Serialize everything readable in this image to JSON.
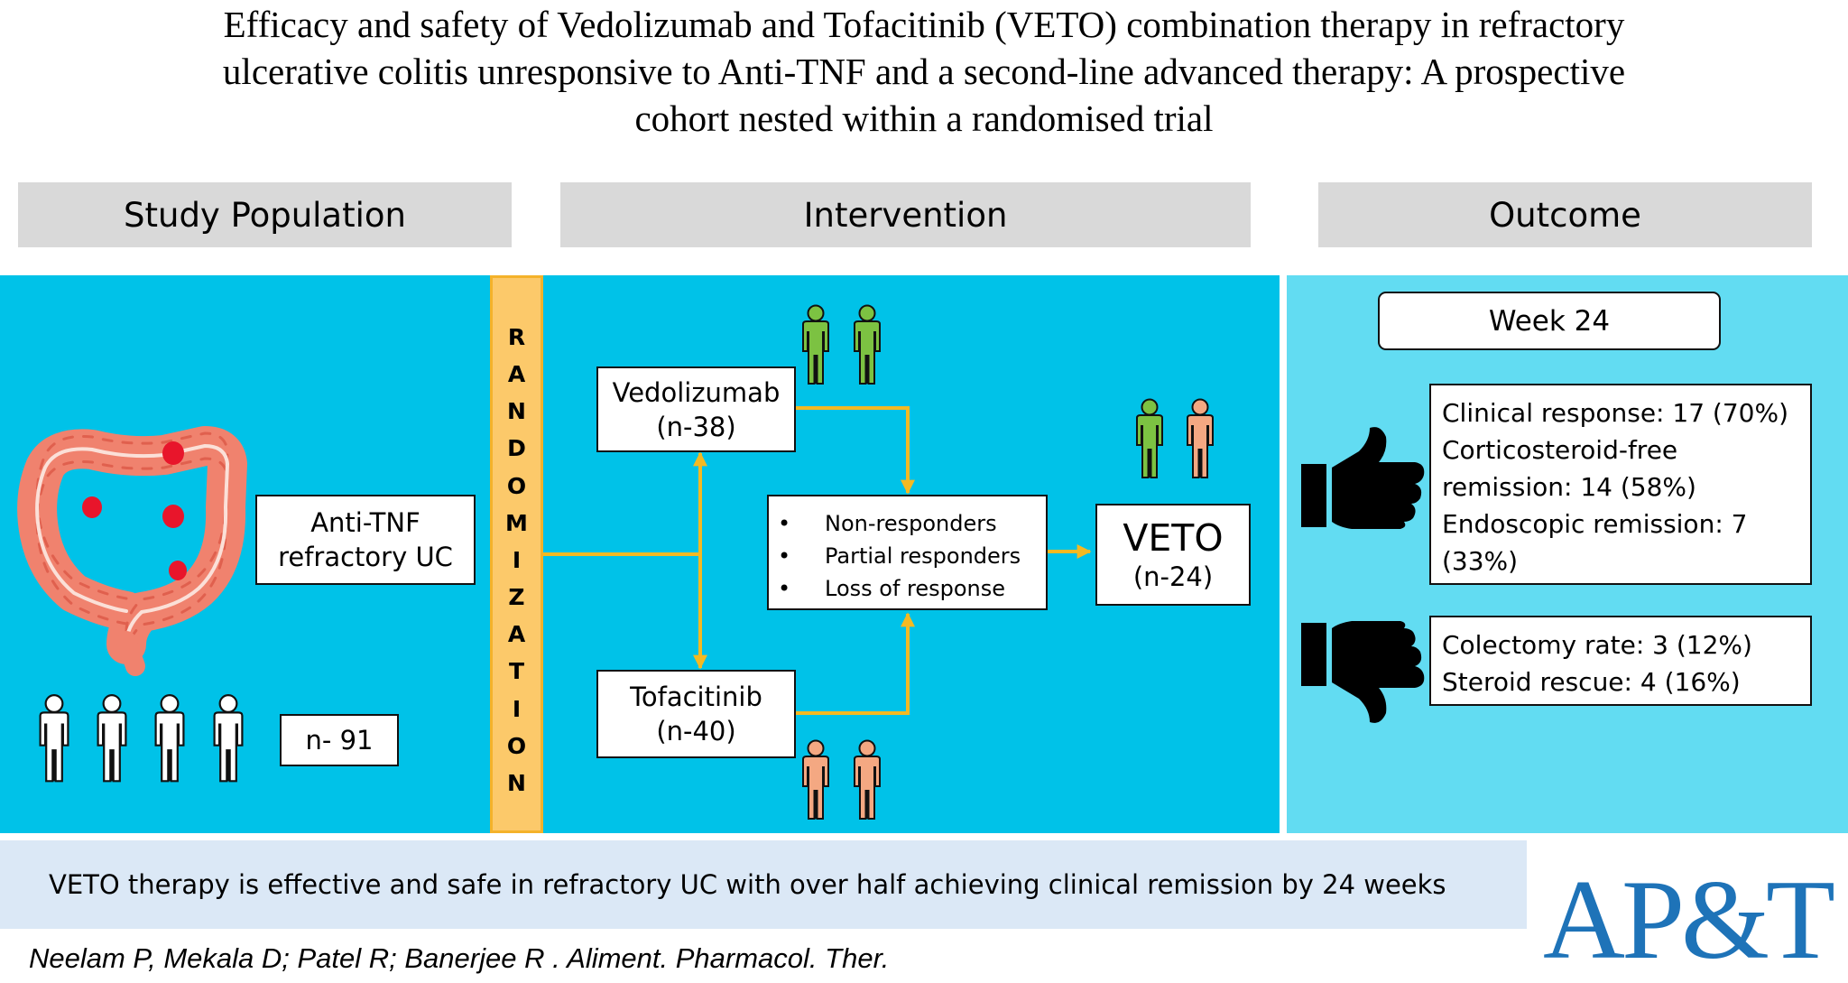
{
  "title_lines": [
    "Efficacy and safety of Vedolizumab and Tofacitinib (VETO) combination therapy in refractory",
    "ulcerative colitis unresponsive to Anti-TNF and a second-line advanced therapy: A prospective",
    "cohort nested within a randomised trial"
  ],
  "headers": {
    "population": "Study Population",
    "intervention": "Intervention",
    "outcome": "Outcome"
  },
  "population": {
    "condition_lines": [
      "Anti-TNF",
      "refractory UC"
    ],
    "count": "n- 91"
  },
  "randomization_letters": [
    "R",
    "A",
    "N",
    "D",
    "O",
    "M",
    "I",
    "Z",
    "A",
    "T",
    "I",
    "O",
    "N"
  ],
  "arms": {
    "vedolizumab": {
      "name": "Vedolizumab",
      "n": "(n-38)"
    },
    "tofacitinib": {
      "name": "Tofacitinib",
      "n": "(n-40)"
    }
  },
  "criteria": [
    "Non-responders",
    "Partial responders",
    "Loss of response"
  ],
  "veto": {
    "name": "VETO",
    "n": "(n-24)"
  },
  "outcome": {
    "timepoint": "Week 24",
    "positive_lines": [
      "Clinical response: 17 (70%)",
      "Corticosteroid-free",
      "remission: 14 (58%)",
      "Endoscopic remission: 7",
      "(33%)"
    ],
    "negative_lines": [
      "Colectomy rate: 3 (12%)",
      "Steroid rescue: 4 (16%)"
    ]
  },
  "conclusion": "VETO therapy is effective and safe in refractory UC with over half achieving clinical remission by 24 weeks",
  "citation": "Neelam P, Mekala D; Patel R; Banerjee R . Aliment. Pharmacol. Ther.",
  "journal_logo": "AP&T",
  "colors": {
    "panel_blue": "#00c2e8",
    "panel_light_blue": "#62dcf2",
    "header_gray": "#d9d9d9",
    "arrow_gold": "#f4b922",
    "person_white": "#ffffff",
    "person_green": "#7cc242",
    "person_orange": "#f4a882",
    "colon": "#f0826e",
    "polyp_red": "#e8152b",
    "logo_blue": "#1e73b8",
    "conclusion_bg": "#dbe8f6"
  },
  "icons": [
    "colon-icon",
    "person-icon",
    "thumbs-up-icon",
    "thumbs-down-icon"
  ]
}
